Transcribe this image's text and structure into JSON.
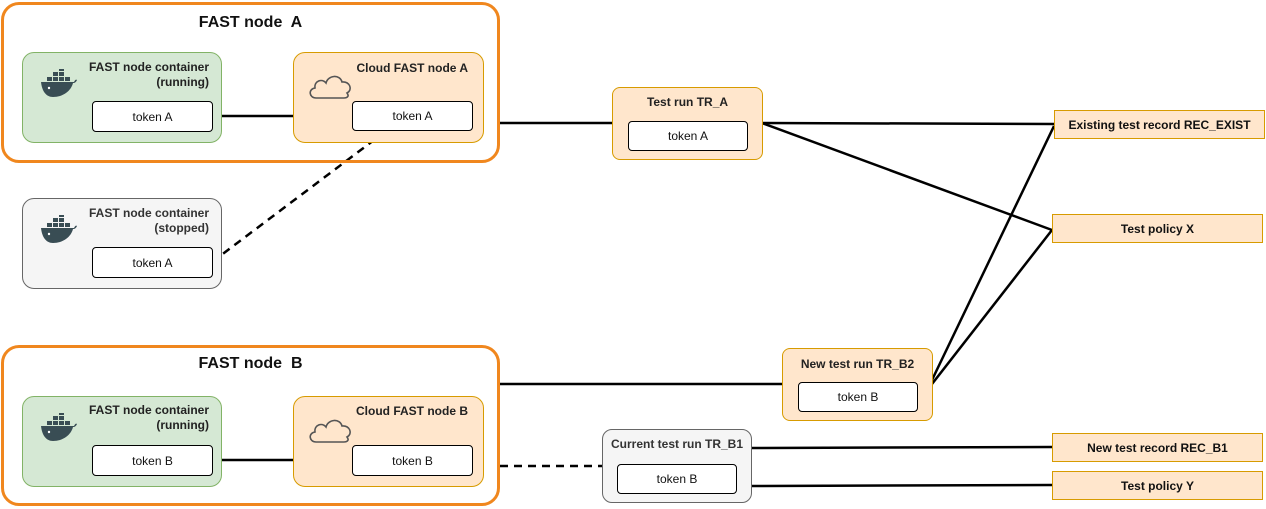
{
  "node_a": {
    "title": "FAST node  A",
    "container": {
      "label_line1": "FAST node container",
      "label_line2": "(running)",
      "token": "token A"
    },
    "cloud": {
      "label": "Cloud FAST node A",
      "token": "token A"
    }
  },
  "stopped_container": {
    "label_line1": "FAST node container",
    "label_line2": "(stopped)",
    "token": "token A"
  },
  "node_b": {
    "title": "FAST node  B",
    "container": {
      "label_line1": "FAST node container",
      "label_line2": "(running)",
      "token": "token B"
    },
    "cloud": {
      "label": "Cloud FAST node B",
      "token": "token B"
    }
  },
  "test_runs": {
    "tr_a": {
      "label": "Test run TR_A",
      "token": "token A"
    },
    "tr_b2": {
      "label": "New test run TR_B2",
      "token": "token B"
    },
    "tr_b1": {
      "label": "Current test run TR_B1",
      "token": "token B"
    }
  },
  "results": {
    "existing_record": "Existing test record REC_EXIST",
    "policy_x": "Test policy X",
    "new_record": "New test record REC_B1",
    "policy_y": "Test policy Y"
  },
  "icons": {
    "docker": "docker-whale-icon",
    "cloud": "cloud-icon"
  },
  "colors": {
    "group_border": "#f0871e",
    "green_fill": "#d5e8d4",
    "gray_fill": "#f5f5f5",
    "peach_fill": "#ffe6cc"
  }
}
